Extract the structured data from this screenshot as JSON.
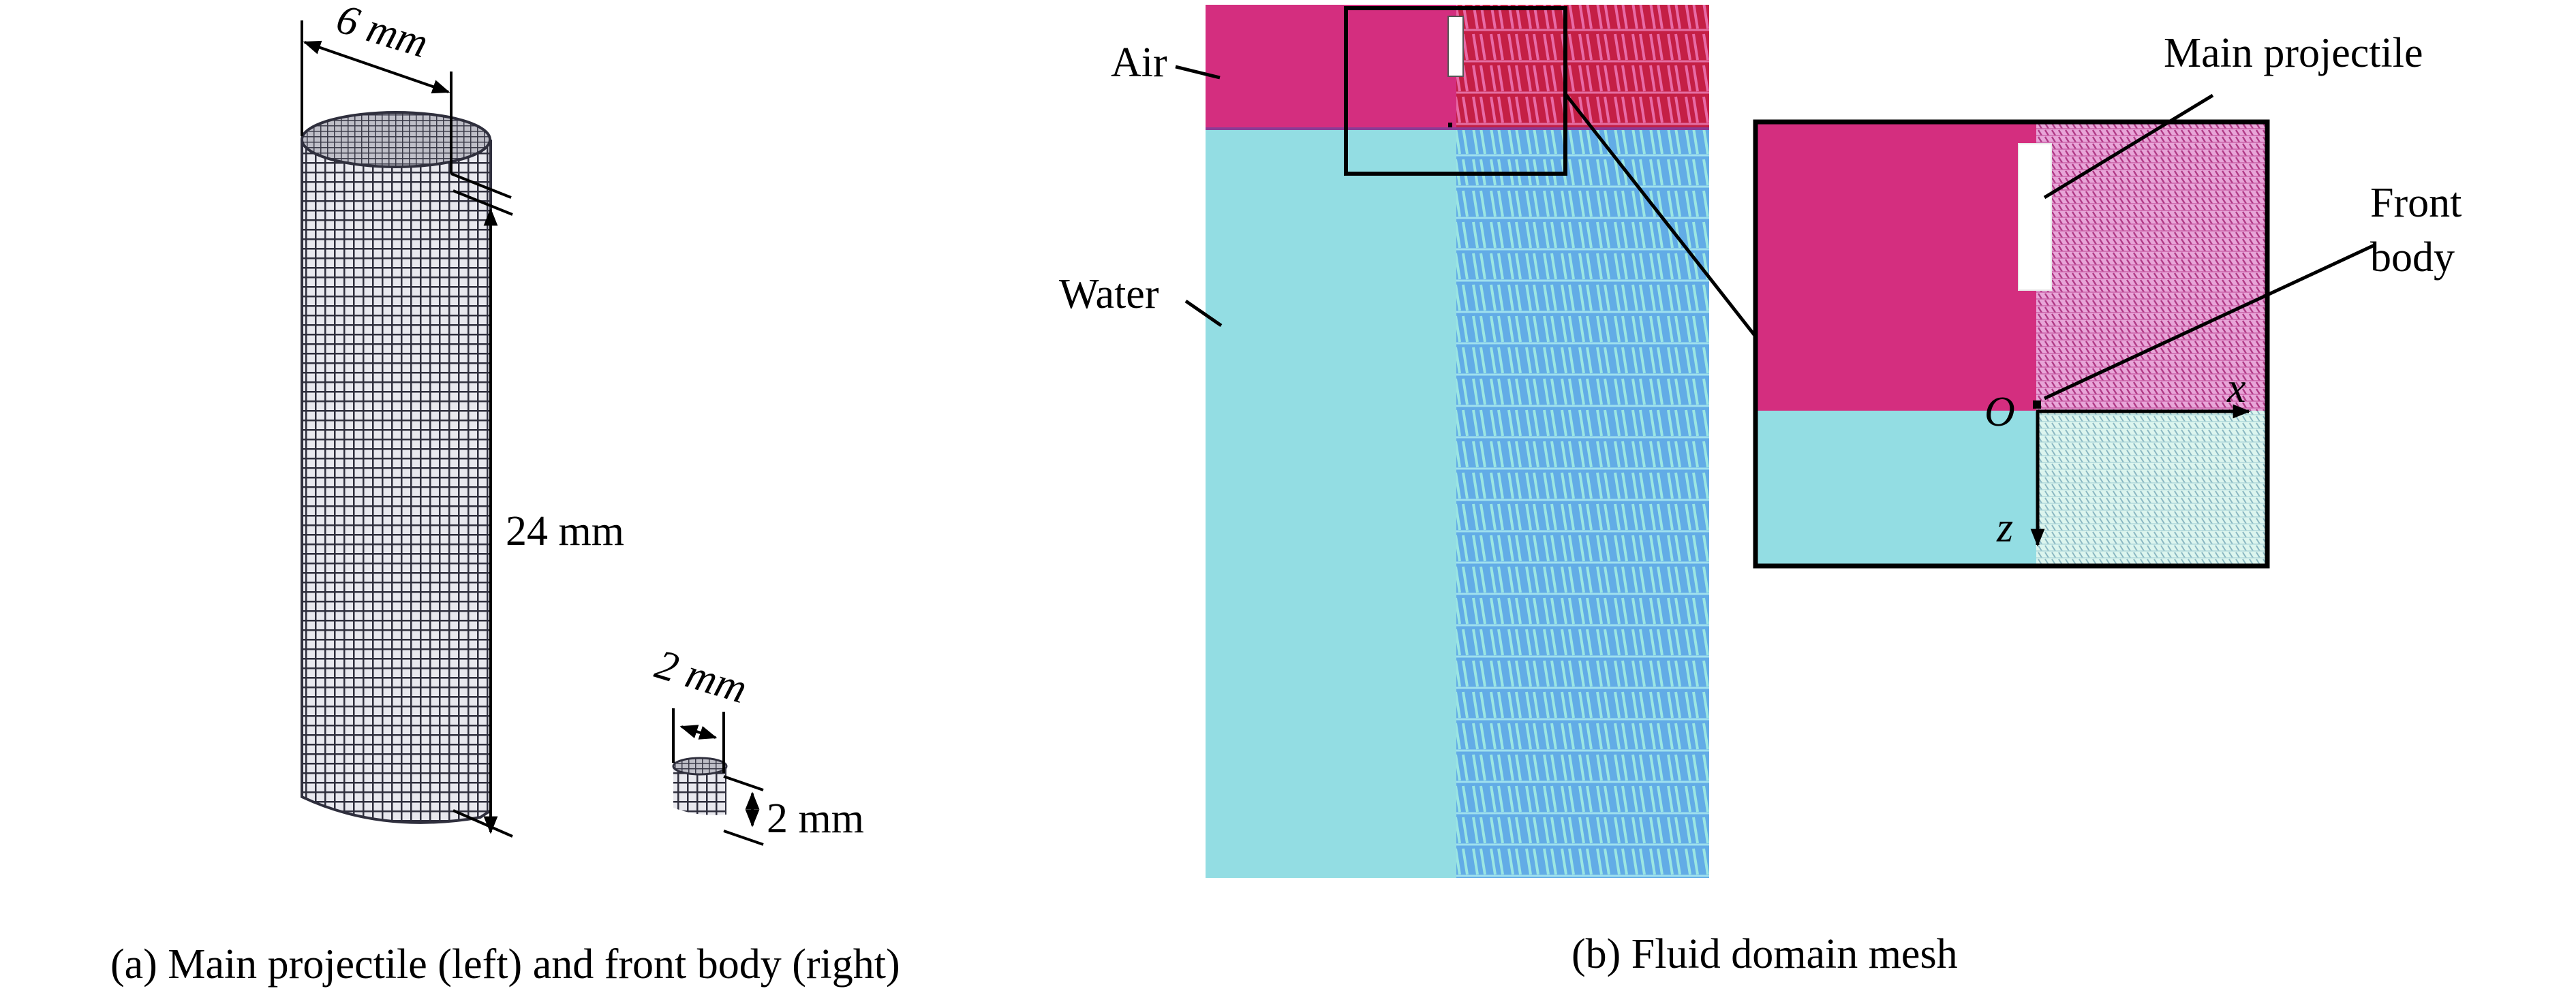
{
  "figure": {
    "panel_a": {
      "caption": "(a) Main projectile (left) and front body (right)",
      "main_projectile": {
        "diameter_label": "6 mm",
        "length_label": "24 mm"
      },
      "front_body": {
        "diameter_label": "2 mm",
        "length_label": "2 mm"
      }
    },
    "panel_b": {
      "caption": "(b) Fluid domain mesh",
      "region_labels": {
        "air": "Air",
        "water": "Water"
      },
      "inset_labels": {
        "main_projectile": "Main projectile",
        "front_body_line1": "Front",
        "front_body_line2": "body",
        "origin": "O",
        "x_axis": "x",
        "z_axis": "z"
      }
    }
  },
  "colors": {
    "air": "#d42e7f",
    "air_mesh": "#c8203f",
    "air_mesh_light": "#e59bd0",
    "water": "#93dde3",
    "water_mesh": "#66b3e6",
    "water_mesh_light": "#c9eeea",
    "projectile_mesh": "#3a3a48",
    "line": "#000000"
  }
}
